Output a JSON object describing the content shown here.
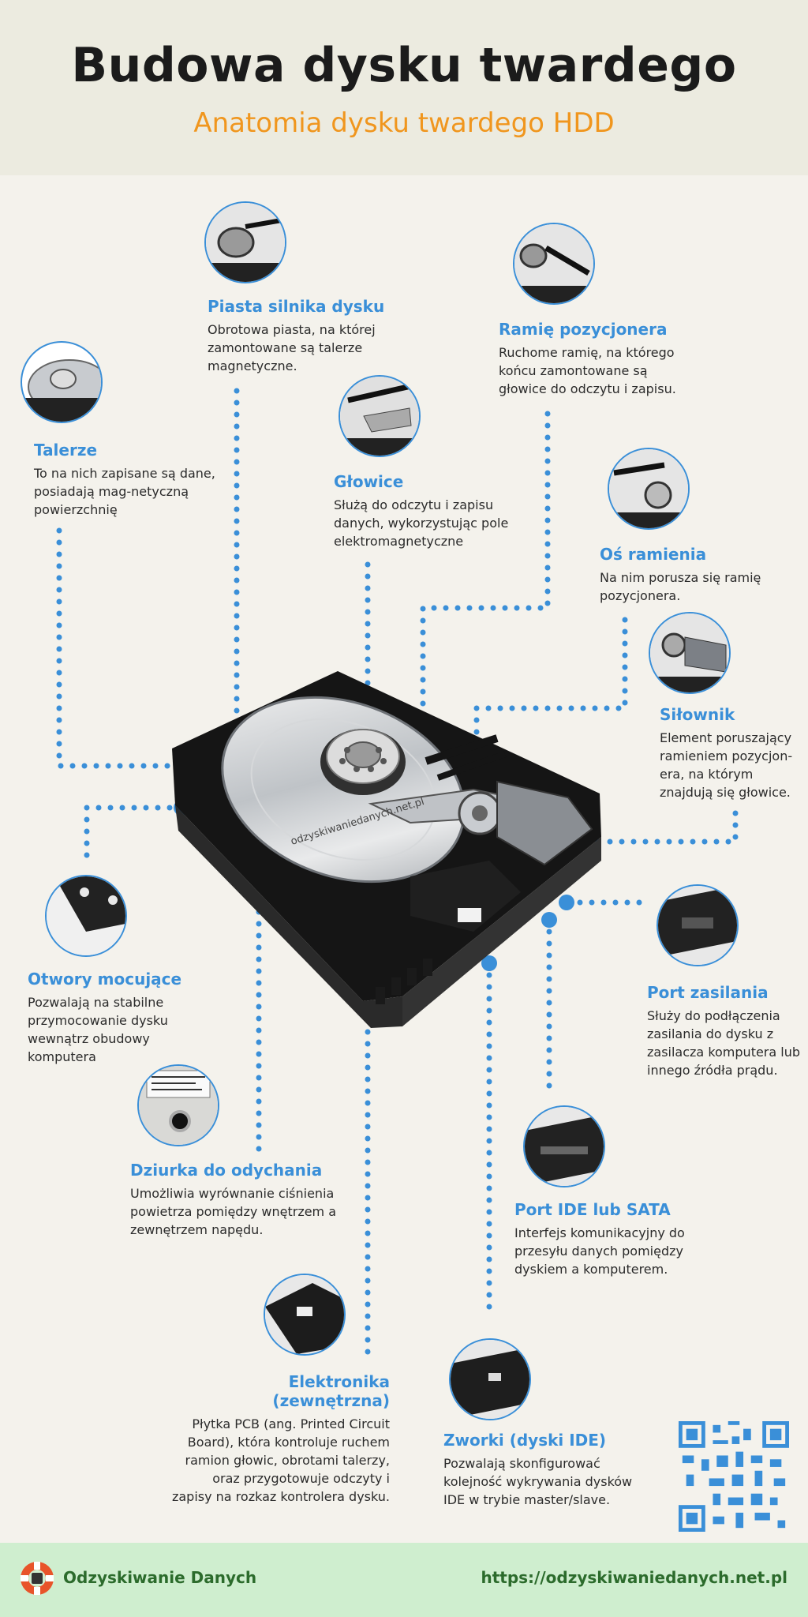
{
  "header": {
    "title": "Budowa dysku twardego",
    "subtitle": "Anatomia dysku twardego HDD"
  },
  "colors": {
    "accent_blue": "#3a8fd8",
    "accent_orange": "#f0961e",
    "footer_green": "#cfeecf",
    "brand_green": "#2c6b2c"
  },
  "hdd": {
    "watermark": "odzyskiwaniedanych.net.pl"
  },
  "callouts": [
    {
      "id": "talerze",
      "title": "Talerze",
      "text": "To na nich zapisane są dane, posiadają mag-netyczną powierzchnię",
      "icon": "platter-photo-icon"
    },
    {
      "id": "piasta",
      "title": "Piasta silnika dysku",
      "text": "Obrotowa piasta, na której zamontowane są talerze magnetyczne.",
      "icon": "spindle-hub-photo-icon"
    },
    {
      "id": "glowice",
      "title": "Głowice",
      "text": "Służą do odczytu i zapisu danych, wykorzystując pole elektromagnetyczne",
      "icon": "read-head-photo-icon"
    },
    {
      "id": "ramie",
      "title": "Ramię pozycjonera",
      "text": "Ruchome ramię, na którego końcu zamontowane są głowice do odczytu i zapisu.",
      "icon": "actuator-arm-photo-icon"
    },
    {
      "id": "os",
      "title": "Oś ramienia",
      "text": "Na nim porusza się ramię pozycjonera.",
      "icon": "arm-pivot-photo-icon"
    },
    {
      "id": "silownik",
      "title": "Siłownik",
      "text": "Element poruszający ramieniem pozycjon-era, na którym znajdują się głowice.",
      "icon": "actuator-magnet-photo-icon"
    },
    {
      "id": "otwory",
      "title": "Otwory mocujące",
      "text": "Pozwalają na stabilne przymocowanie dysku wewnątrz obudowy komputera",
      "icon": "mounting-holes-photo-icon"
    },
    {
      "id": "port_zasilania",
      "title": "Port zasilania",
      "text": "Służy do podłączenia zasilania do dysku z zasilacza komputera lub innego źródła prądu.",
      "icon": "power-port-photo-icon"
    },
    {
      "id": "dziurka",
      "title": "Dziurka do odychania",
      "text": "Umożliwia wyrównanie ciśnienia powietrza pomiędzy wnętrzem a zewnętrzem napędu.",
      "icon": "breather-hole-photo-icon"
    },
    {
      "id": "port_ide",
      "title": "Port IDE lub SATA",
      "text": "Interfejs komunikacyjny do przesyłu danych pomiędzy dyskiem a komputerem.",
      "icon": "ide-sata-port-photo-icon"
    },
    {
      "id": "elektronika",
      "title": "Elektronika (zewnętrzna)",
      "text": "Płytka PCB (ang. Printed Circuit Board), która kontroluje ruchem ramion głowic, obrotami talerzy, oraz przygotowuje odczyty i zapisy na rozkaz kontrolera dysku.",
      "icon": "pcb-photo-icon"
    },
    {
      "id": "zworki",
      "title": "Zworki (dyski IDE)",
      "text": "Pozwalają skonfigurować kolejność wykrywania dysków IDE w trybie master/slave.",
      "icon": "jumpers-photo-icon"
    }
  ],
  "footer": {
    "brand": "Odzyskiwanie Danych",
    "url": "https://odzyskiwaniedanych.net.pl",
    "logo_icon": "lifebuoy-icon",
    "qr_icon": "qr-code-icon"
  }
}
